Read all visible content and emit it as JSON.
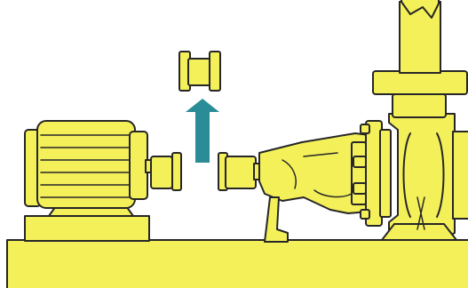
{
  "diagram": {
    "colors": {
      "machine_fill": "#f4f05a",
      "outline": "#262626",
      "arrow": "#2a8c96",
      "background": "#ffffff"
    },
    "parts": [
      "base-plate",
      "motor",
      "motor-coupling-hub",
      "spacer-coupling",
      "lift-arrow",
      "pump-coupling-hub",
      "bearing-frame",
      "pump-casing",
      "discharge-pipe"
    ],
    "arrow_direction": "up"
  }
}
